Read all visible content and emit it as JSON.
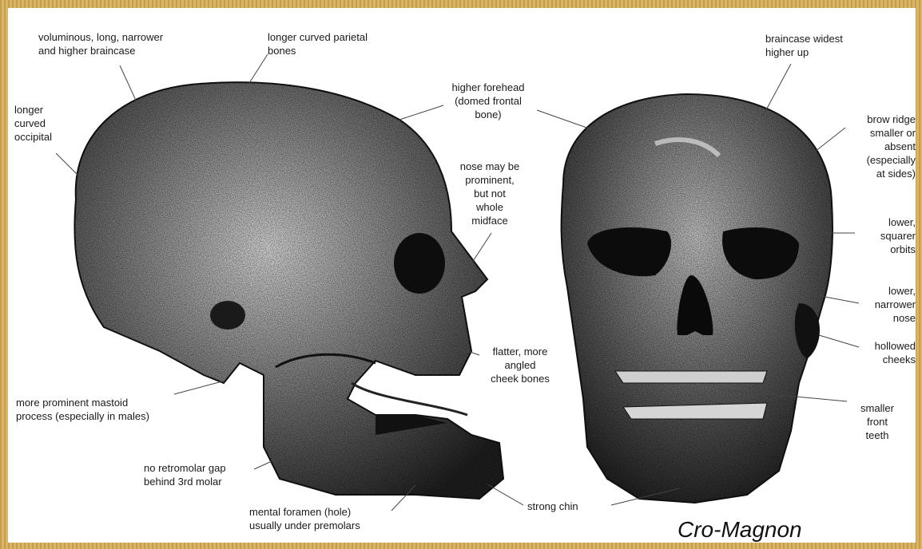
{
  "title": "Cro-Magnon",
  "labels": {
    "braincase": "voluminous, long, narrower\nand higher braincase",
    "parietal": "longer curved parietal\nbones",
    "occipital": "longer\ncurved\noccipital",
    "forehead": "higher forehead\n(domed frontal\nbone)",
    "nose_prominent": "nose may be\nprominent,\nbut not\nwhole\nmidface",
    "mastoid": "more prominent mastoid\nprocess (especially in males)",
    "cheek_bones": "flatter, more\nangled\ncheek bones",
    "retromolar": "no retromolar gap\nbehind 3rd molar",
    "foramen": "mental foramen (hole)\nusually under premolars",
    "chin": "strong chin",
    "braincase_widest": "braincase widest\nhigher up",
    "brow": "brow ridge\nsmaller or\nabsent\n(especially\nat sides)",
    "orbits": "lower,\nsquarer\norbits",
    "nose_narrow": "lower,\nnarrower\nnose",
    "hollowed": "hollowed\ncheeks",
    "front_teeth": "smaller\nfront\nteeth"
  }
}
